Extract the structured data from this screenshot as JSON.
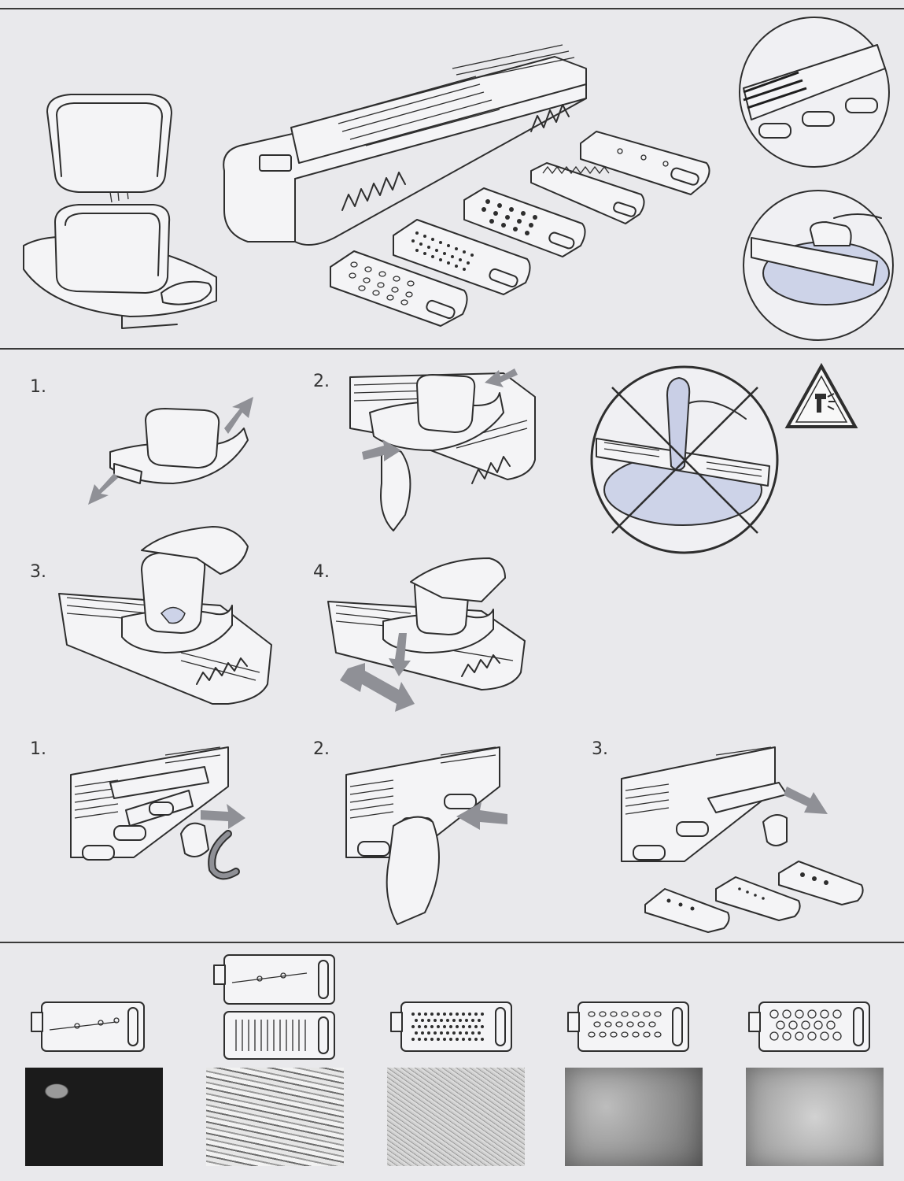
{
  "overview": {
    "parts": [
      "food-holder",
      "hand-guard-base",
      "mandoline-frame",
      "slicing-blade",
      "julienne-blade",
      "fine-grater",
      "medium-grater",
      "coarse-grater"
    ],
    "insets": [
      "inserted-blades-closeup",
      "slicing-over-bowl"
    ]
  },
  "assembly_steps": [
    {
      "num": "1.",
      "action": "open hand guard"
    },
    {
      "num": "2.",
      "action": "attach guard to frame"
    },
    {
      "num": "3.",
      "action": "insert food into holder"
    },
    {
      "num": "4.",
      "action": "slide back and forth"
    }
  ],
  "warning": {
    "icon": "warning-triangle-icon",
    "prohibited": "slicing without hand guard"
  },
  "blade_steps": [
    {
      "num": "1."
    },
    {
      "num": "2."
    },
    {
      "num": "3."
    }
  ],
  "results": [
    {
      "blade": "slicing-blade",
      "food": "slices"
    },
    {
      "blade": "julienne-blade",
      "food": "strips"
    },
    {
      "blade": "fine-grater",
      "food": "fine-shreds"
    },
    {
      "blade": "medium-grater",
      "food": "medium-shreds"
    },
    {
      "blade": "coarse-grater",
      "food": "coarse-shreds"
    }
  ],
  "colors": {
    "background": "#e9e9ec",
    "line": "#2e2e2e",
    "arrow": "#8f9096",
    "highlight": "#cdd3e8"
  }
}
